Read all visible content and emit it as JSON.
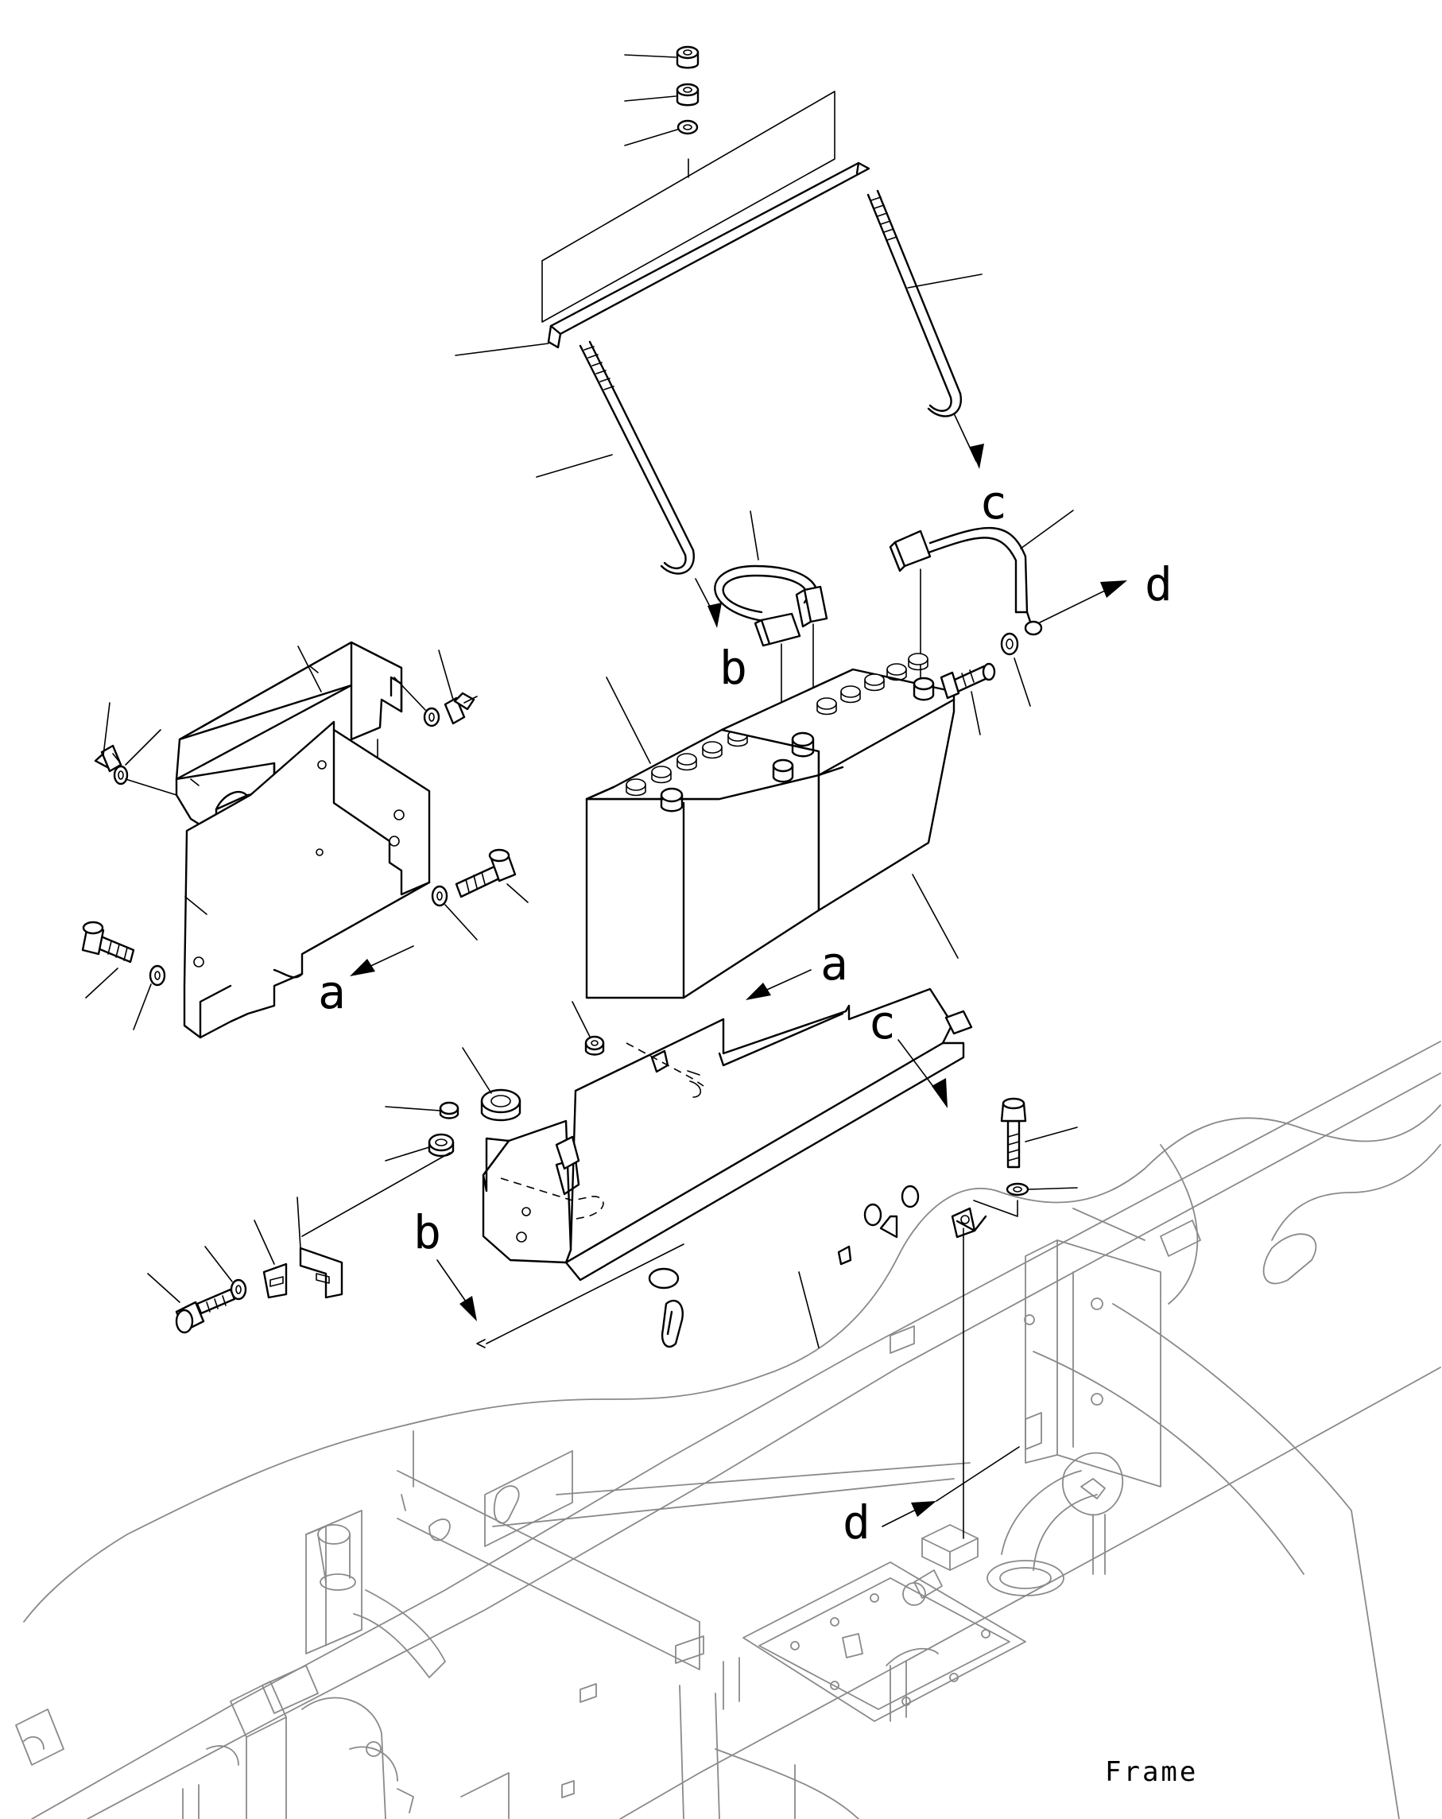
{
  "view_labels": {
    "a1": "a",
    "a2": "a",
    "b1": "b",
    "b2": "b",
    "c1": "c",
    "c2": "c",
    "d1": "d",
    "d2": "d"
  },
  "caption": "Frame"
}
